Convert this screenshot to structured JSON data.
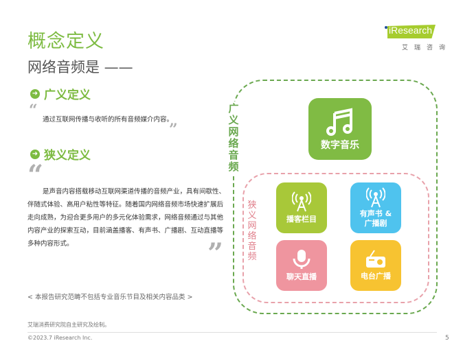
{
  "header": {
    "title": "概念定义",
    "subtitle": "网络音频是 ——",
    "logo": {
      "text": "iResearch",
      "subtitle": "艾瑞咨询"
    }
  },
  "broad": {
    "heading": "广义定义",
    "text": "通过互联网传播与收听的所有音频媒介内容。"
  },
  "narrow": {
    "heading": "狭义定义",
    "text": "是声音内容搭载移动互联网渠道传播的音频产业，具有间歇性、伴随式体验、高用户粘性等特征。随着国内网络音频市场快速扩展后走向成熟，为迎合更多用户的多元化体验需求，网络音频通过与其他内容产业的探索互动，目前涵盖播客、有声书、广播剧、互动直播等多种内容形式。"
  },
  "quotes": {
    "open": "“",
    "close": "”"
  },
  "note": "< 本报告研究范畴不包括专业音乐节目及相关内容品类 >",
  "diagram": {
    "outer_label": "广义网络音频",
    "inner_label": "狭义网络音频",
    "big_tile": {
      "label": "数字音乐",
      "icon": "music-note-icon",
      "color": "#80bb44"
    },
    "tiles": [
      {
        "label": "播客栏目",
        "icon": "broadcast-tower-icon",
        "color": "#a8c839"
      },
      {
        "label": "有声书 & 广播剧",
        "line1": "有声书 &",
        "line2": "广播剧",
        "icon": "broadcast-tower-icon",
        "color": "#4fc3ee"
      },
      {
        "label": "聊天直播",
        "icon": "microphone-icon",
        "color": "#ef959f"
      },
      {
        "label": "电台广播",
        "icon": "radio-icon",
        "color": "#f7c331"
      }
    ],
    "colors": {
      "outer_dash": "#6aa84f",
      "inner_dash": "#e8a1aa"
    }
  },
  "footer": {
    "source": "艾瑞消费研究院自主研究及绘制。",
    "copyright": "©2023.7 iResearch Inc.",
    "page": "5"
  },
  "colors": {
    "accent": "#7dbb42",
    "text": "#333333"
  }
}
